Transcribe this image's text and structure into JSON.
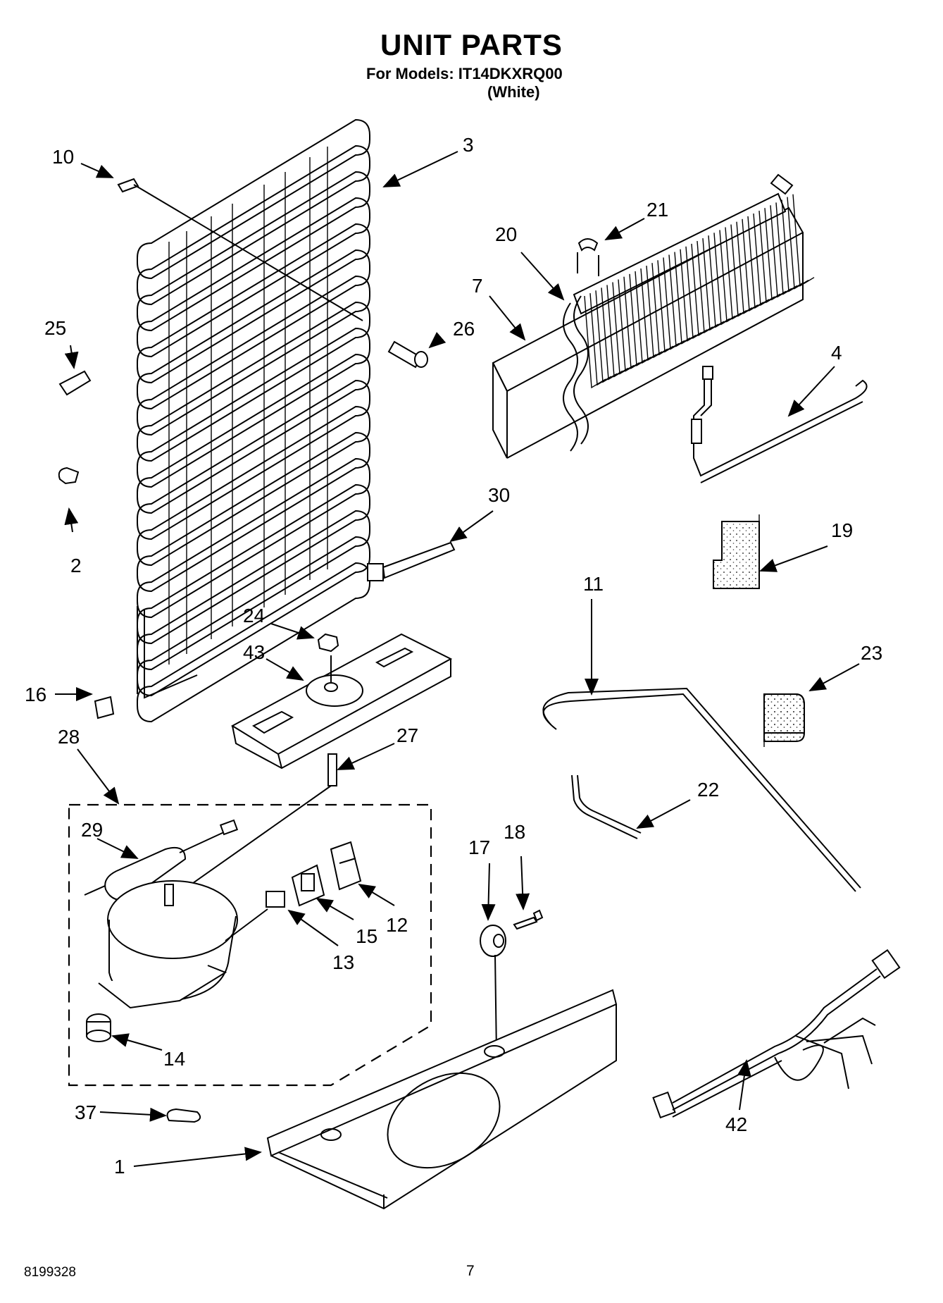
{
  "header": {
    "title": "UNIT PARTS",
    "models_line": "For Models: IT14DKXRQ00",
    "color_line": "(White)"
  },
  "footer": {
    "doc_number": "8199328",
    "page_number": "7"
  },
  "callouts": {
    "c1": "1",
    "c2": "2",
    "c3": "3",
    "c4": "4",
    "c7": "7",
    "c10": "10",
    "c11": "11",
    "c12": "12",
    "c13": "13",
    "c14": "14",
    "c15": "15",
    "c16": "16",
    "c17": "17",
    "c18": "18",
    "c19": "19",
    "c20": "20",
    "c21": "21",
    "c22": "22",
    "c23": "23",
    "c24": "24",
    "c25": "25",
    "c26": "26",
    "c27": "27",
    "c28": "28",
    "c29": "29",
    "c30": "30",
    "c37": "37",
    "c42": "42",
    "c43": "43"
  }
}
